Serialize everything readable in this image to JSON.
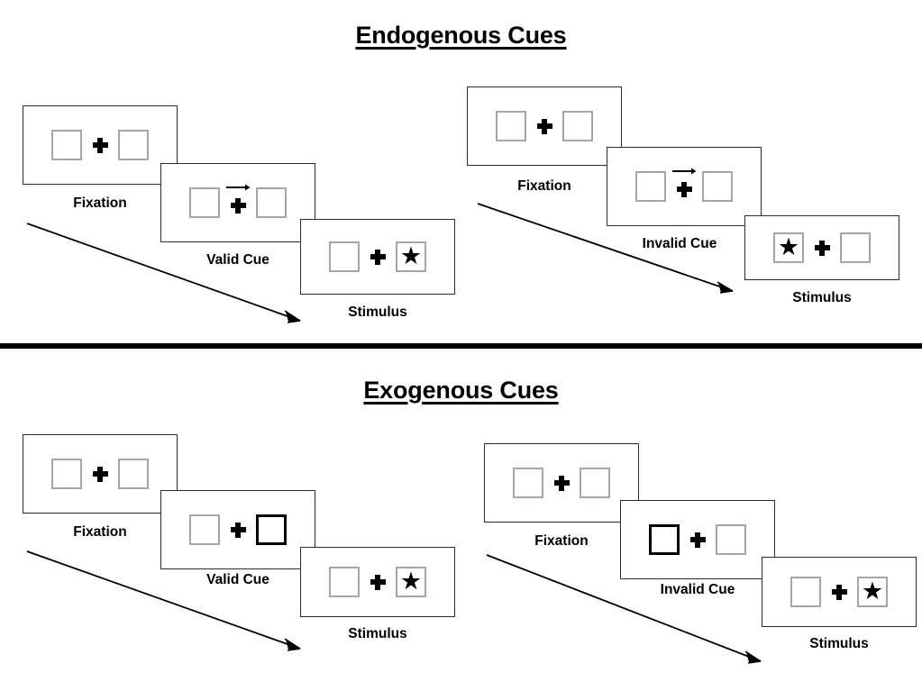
{
  "figure": {
    "title_endogenous": "Endogenous Cues",
    "title_exogenous": "Exogenous Cues",
    "colors": {
      "background": "#ffffff",
      "panel_border": "#2b2b2b",
      "slot_border": "#a6a6a6",
      "cued_slot_border": "#000000",
      "ink": "#000000"
    }
  },
  "sections": [
    {
      "id": "endogenous",
      "title": "Endogenous Cues",
      "cue_type": "arrow",
      "sequences": [
        {
          "id": "endogenous-valid",
          "validity": "valid",
          "frames": [
            {
              "label": "Fixation",
              "left_slot": "empty",
              "right_slot": "empty",
              "center": "plus",
              "cued_side": "none"
            },
            {
              "label": "Valid Cue",
              "left_slot": "empty",
              "right_slot": "empty",
              "center": "plus-arrow-right",
              "cued_side": "right"
            },
            {
              "label": "Stimulus",
              "left_slot": "empty",
              "right_slot": "star",
              "center": "plus",
              "cued_side": "none"
            }
          ]
        },
        {
          "id": "endogenous-invalid",
          "validity": "invalid",
          "frames": [
            {
              "label": "Fixation",
              "left_slot": "empty",
              "right_slot": "empty",
              "center": "plus",
              "cued_side": "none"
            },
            {
              "label": "Invalid Cue",
              "left_slot": "empty",
              "right_slot": "empty",
              "center": "plus-arrow-right",
              "cued_side": "right"
            },
            {
              "label": "Stimulus",
              "left_slot": "star",
              "right_slot": "empty",
              "center": "plus",
              "cued_side": "none"
            }
          ]
        }
      ]
    },
    {
      "id": "exogenous",
      "title": "Exogenous Cues",
      "cue_type": "box-flash",
      "sequences": [
        {
          "id": "exogenous-valid",
          "validity": "valid",
          "frames": [
            {
              "label": "Fixation",
              "left_slot": "empty",
              "right_slot": "empty",
              "center": "plus",
              "cued_side": "none"
            },
            {
              "label": "Valid Cue",
              "left_slot": "empty",
              "right_slot": "empty",
              "center": "plus",
              "cued_side": "right"
            },
            {
              "label": "Stimulus",
              "left_slot": "empty",
              "right_slot": "star",
              "center": "plus",
              "cued_side": "none"
            }
          ]
        },
        {
          "id": "exogenous-invalid",
          "validity": "invalid",
          "frames": [
            {
              "label": "Fixation",
              "left_slot": "empty",
              "right_slot": "empty",
              "center": "plus",
              "cued_side": "none"
            },
            {
              "label": "Invalid Cue",
              "left_slot": "empty",
              "right_slot": "empty",
              "center": "plus",
              "cued_side": "left"
            },
            {
              "label": "Stimulus",
              "left_slot": "empty",
              "right_slot": "star",
              "center": "plus",
              "cued_side": "none"
            }
          ]
        }
      ]
    }
  ],
  "icons": {
    "star": "★",
    "fixation_cross": "plus-icon",
    "arrow_cue": "arrow-right-icon",
    "time_arrow": "time-flow-arrow-icon"
  }
}
